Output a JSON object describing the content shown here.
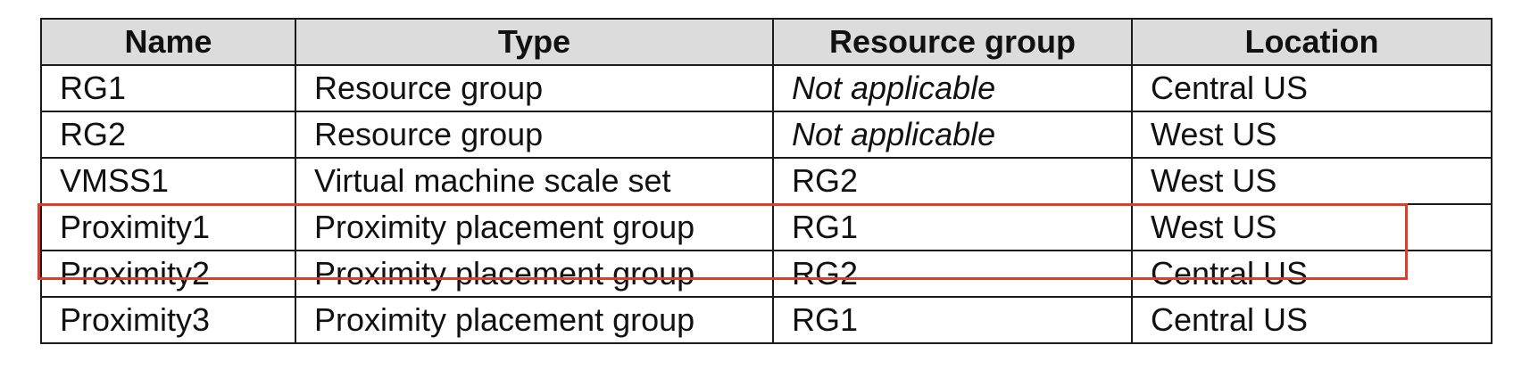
{
  "table": {
    "headers": [
      "Name",
      "Type",
      "Resource group",
      "Location"
    ],
    "rows": [
      {
        "name": "RG1",
        "type": "Resource group",
        "resource_group": "Not applicable",
        "location": "Central US"
      },
      {
        "name": "RG2",
        "type": "Resource group",
        "resource_group": "Not applicable",
        "location": "West US"
      },
      {
        "name": "VMSS1",
        "type": "Virtual machine scale set",
        "resource_group": "RG2",
        "location": "West US"
      },
      {
        "name": "Proximity1",
        "type": "Proximity placement group",
        "resource_group": "RG1",
        "location": "West US"
      },
      {
        "name": "Proximity2",
        "type": "Proximity placement group",
        "resource_group": "RG2",
        "location": "Central US"
      },
      {
        "name": "Proximity3",
        "type": "Proximity placement group",
        "resource_group": "RG1",
        "location": "Central US"
      }
    ]
  },
  "colors": {
    "header_background": "#dcdcdc",
    "border": "#1a1a1a",
    "highlight_box": "#d9402b"
  }
}
